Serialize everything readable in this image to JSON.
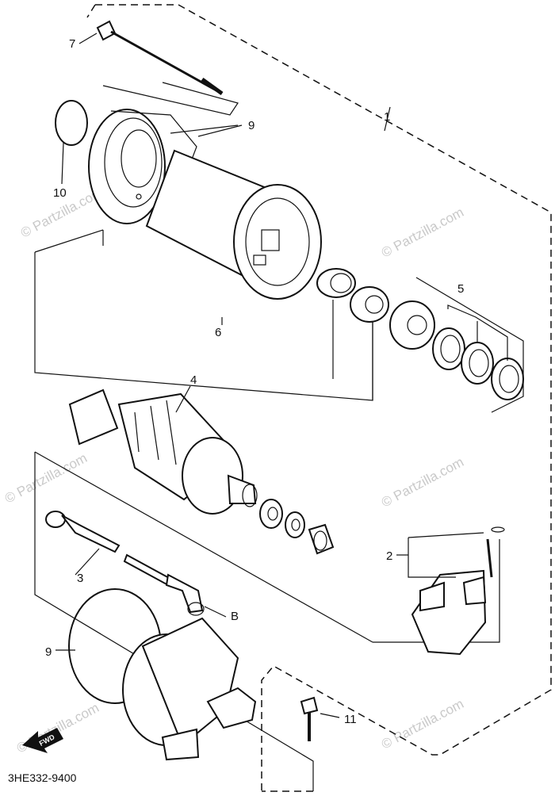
{
  "callouts": {
    "c1": "1",
    "c2": "2",
    "c3": "3",
    "c4": "4",
    "c5": "5",
    "c6": "6",
    "c7": "7",
    "c9a": "9",
    "c9b": "9",
    "c10": "10",
    "c11": "11",
    "cB": "B"
  },
  "diagram_code": "3HE332-9400",
  "forward_label": "FWD",
  "watermark": "© Partzilla.com"
}
